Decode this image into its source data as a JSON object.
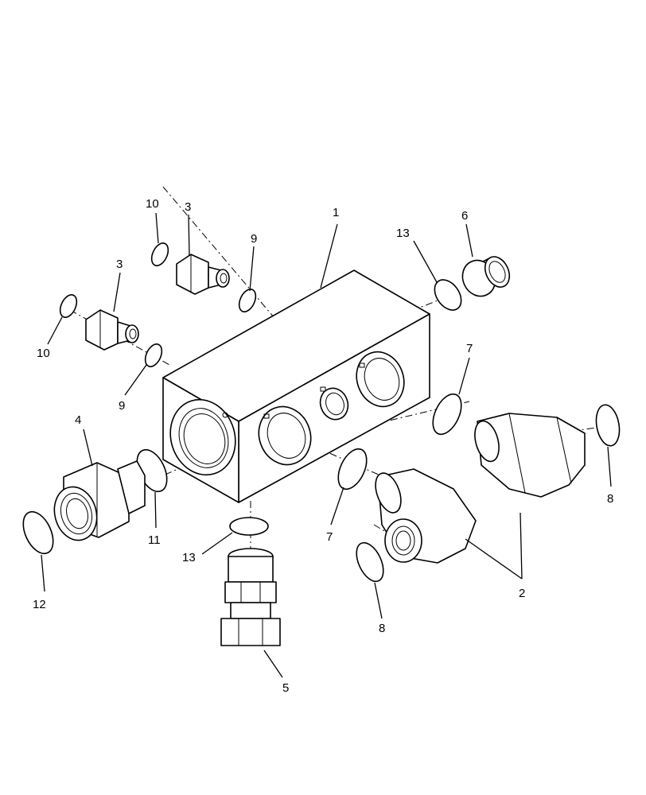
{
  "callouts": {
    "c1": "1",
    "c2": "2",
    "c3a": "3",
    "c3b": "3",
    "c4": "4",
    "c5": "5",
    "c6": "6",
    "c7a": "7",
    "c7b": "7",
    "c8a": "8",
    "c8b": "8",
    "c9a": "9",
    "c9b": "9",
    "c10a": "10",
    "c10b": "10",
    "c11": "11",
    "c12": "12",
    "c13a": "13",
    "c13b": "13"
  }
}
